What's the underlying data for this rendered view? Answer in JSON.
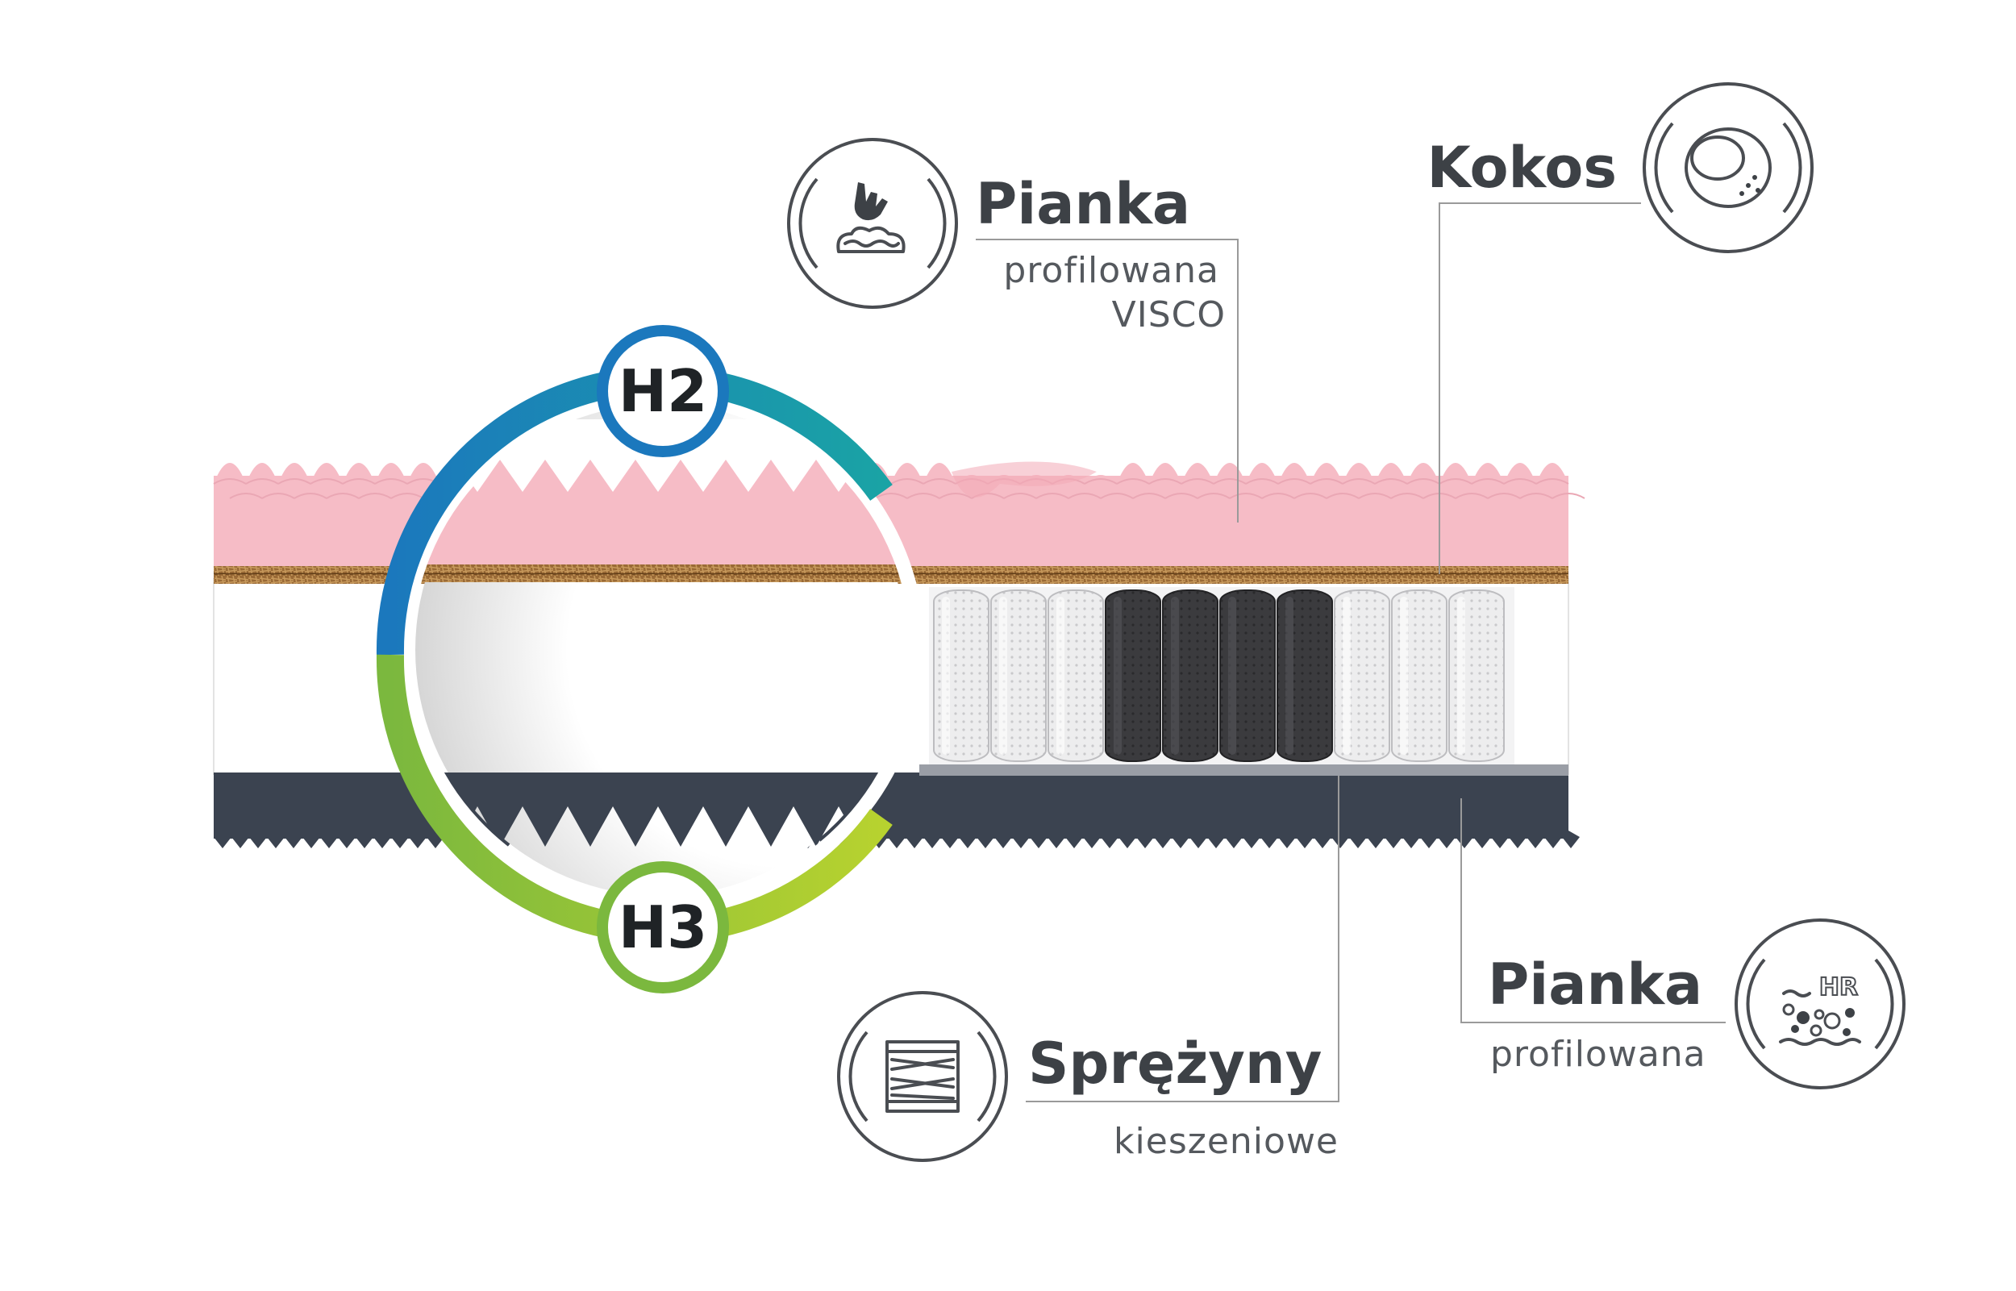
{
  "layers": {
    "top_foam": {
      "title": "Pianka",
      "subtitle_line1": "profilowana",
      "subtitle_line2": "VISCO",
      "icon": "hand-foam-icon"
    },
    "coconut": {
      "title": "Kokos",
      "icon": "coconut-icon"
    },
    "springs": {
      "title": "Sprężyny",
      "subtitle": "kieszeniowe",
      "icon": "springs-icon"
    },
    "bottom_foam": {
      "title": "Pianka",
      "subtitle": "profilowana",
      "icon": "hr-foam-icon",
      "icon_text": "HR"
    }
  },
  "hardness": {
    "top": "H2",
    "bottom": "H3"
  },
  "colors": {
    "visco_foam": "#f6bcc6",
    "coconut": "#8a5a2b",
    "white_foam": "#ffffff",
    "bottom_foam": "#3b4350",
    "springs_dark": "#3a3a3c",
    "springs_light": "#e9e9ea",
    "h2_blue": "#1b78bd",
    "h2_teal": "#1aa3a5",
    "h3_green": "#7bb83e",
    "h3_lime": "#b7d22f",
    "text": "#3d4146"
  }
}
